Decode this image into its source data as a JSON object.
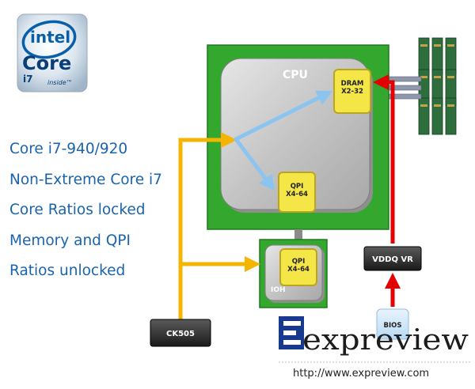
{
  "logo": {
    "brand": "intel",
    "product": "Core",
    "model": "i7",
    "tagline": "inside™"
  },
  "features": [
    "Core i7-940/920",
    "Non-Extreme Core i7",
    "Core Ratios locked",
    "Memory  and QPI",
    "Ratios unlocked"
  ],
  "cpu": {
    "label": "CPU",
    "dram": {
      "line1": "DRAM",
      "line2": "X2-32"
    },
    "qpi": {
      "line1": "QPI",
      "line2": "X4-64"
    }
  },
  "ioh": {
    "label": "IOH",
    "qpi": {
      "line1": "QPI",
      "line2": "X4-64"
    }
  },
  "ck505": "CK505",
  "vddq": "VDDQ VR",
  "bios": "BIOS",
  "watermark": {
    "brand": "expreview",
    "url": "http://www.expreview.com"
  },
  "colors": {
    "board_green": "#34a82e",
    "die_gray": "#c6c6c6",
    "chip_yellow": "#f4e646",
    "clock_orange": "#f5b400",
    "vddq_red": "#e20000",
    "qpi_blue": "#8cc4f0",
    "text_blue": "#1a64ad",
    "intel_blue": "#0860a8",
    "memory_green": "#2e6e3c"
  }
}
